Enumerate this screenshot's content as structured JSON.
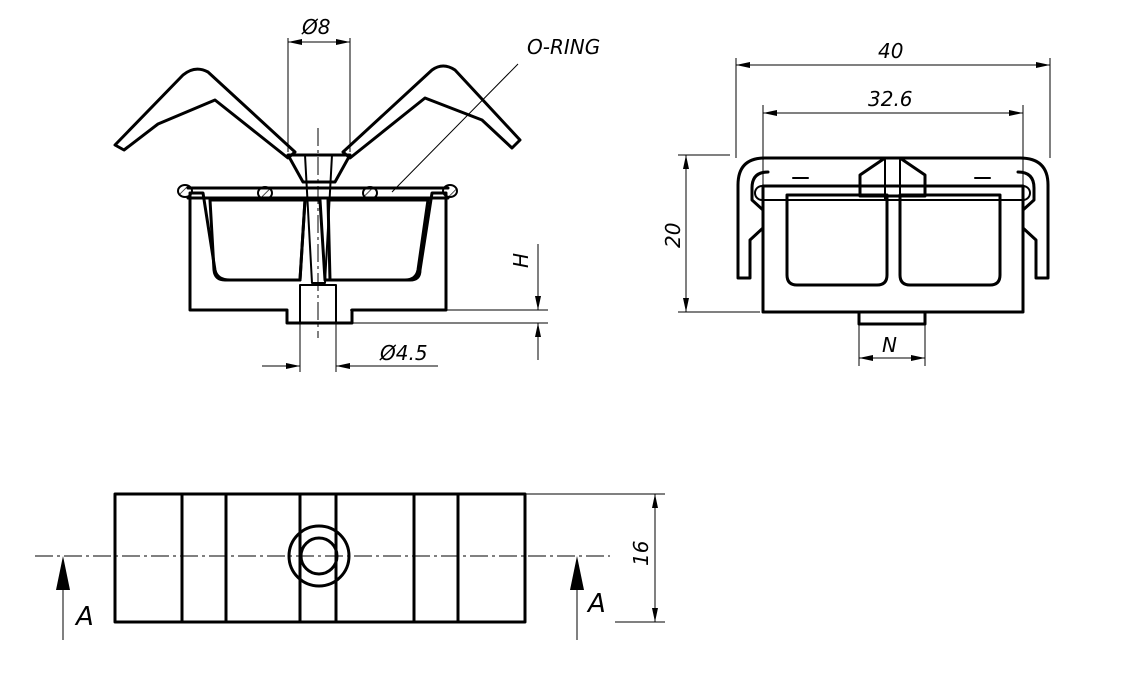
{
  "labels": {
    "dia_8": "Ø8",
    "o_ring": "O-RING",
    "h": "H",
    "dia_4_5": "Ø4.5",
    "width_40": "40",
    "width_32_6": "32.6",
    "height_20": "20",
    "n": "N",
    "depth_16": "16",
    "section_left": "A",
    "section_right": "A"
  },
  "colors": {
    "line": "#000000",
    "background": "#ffffff"
  }
}
